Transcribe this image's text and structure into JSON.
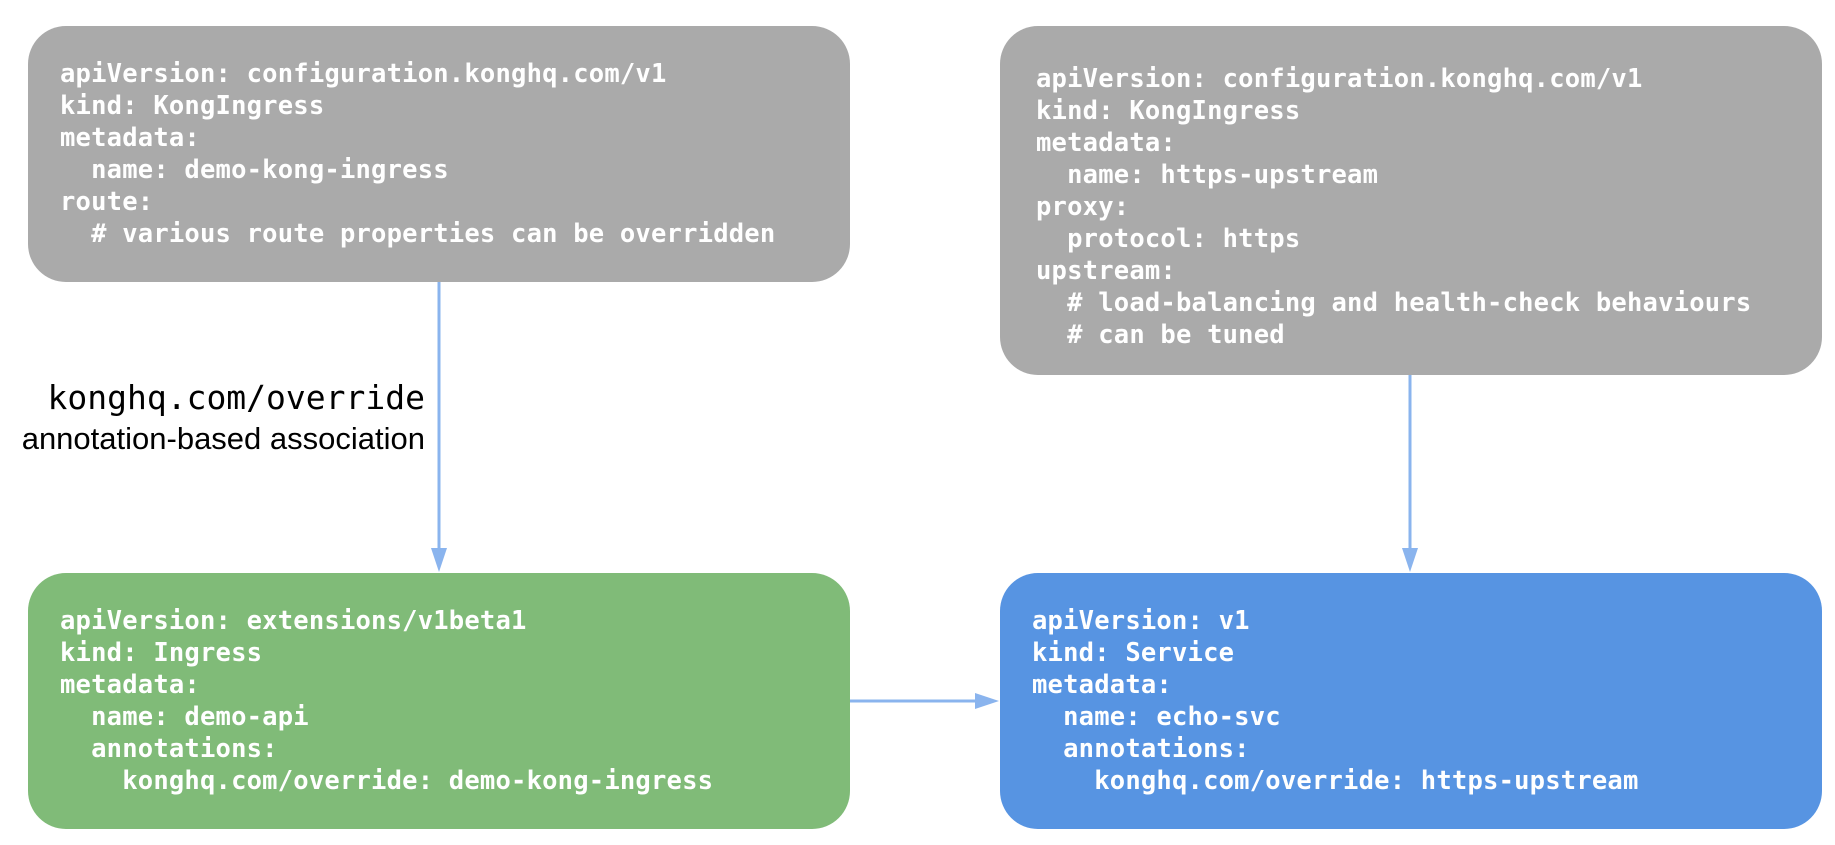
{
  "boxes": {
    "kong_ingress_route": {
      "lines": [
        "apiVersion: configuration.konghq.com/v1",
        "kind: KongIngress",
        "metadata:",
        "  name: demo-kong-ingress",
        "route:",
        "  # various route properties can be overridden"
      ]
    },
    "kong_ingress_upstream": {
      "lines": [
        "apiVersion: configuration.konghq.com/v1",
        "kind: KongIngress",
        "metadata:",
        "  name: https-upstream",
        "proxy:",
        "  protocol: https",
        "upstream:",
        "  # load-balancing and health-check behaviours",
        "  # can be tuned"
      ]
    },
    "ingress": {
      "lines": [
        "apiVersion: extensions/v1beta1",
        "kind: Ingress",
        "metadata:",
        "  name: demo-api",
        "  annotations:",
        "    konghq.com/override: demo-kong-ingress"
      ]
    },
    "service": {
      "lines": [
        "apiVersion: v1",
        "kind: Service",
        "metadata:",
        "  name: echo-svc",
        "  annotations:",
        "    konghq.com/override: https-upstream"
      ]
    }
  },
  "edge_label": {
    "mono": "konghq.com/override",
    "text": "annotation-based association"
  },
  "colors": {
    "gray_box": "#aaaaaa",
    "green_box": "#80bb78",
    "blue_box": "#5794e2",
    "arrow": "#8ab4ee"
  }
}
